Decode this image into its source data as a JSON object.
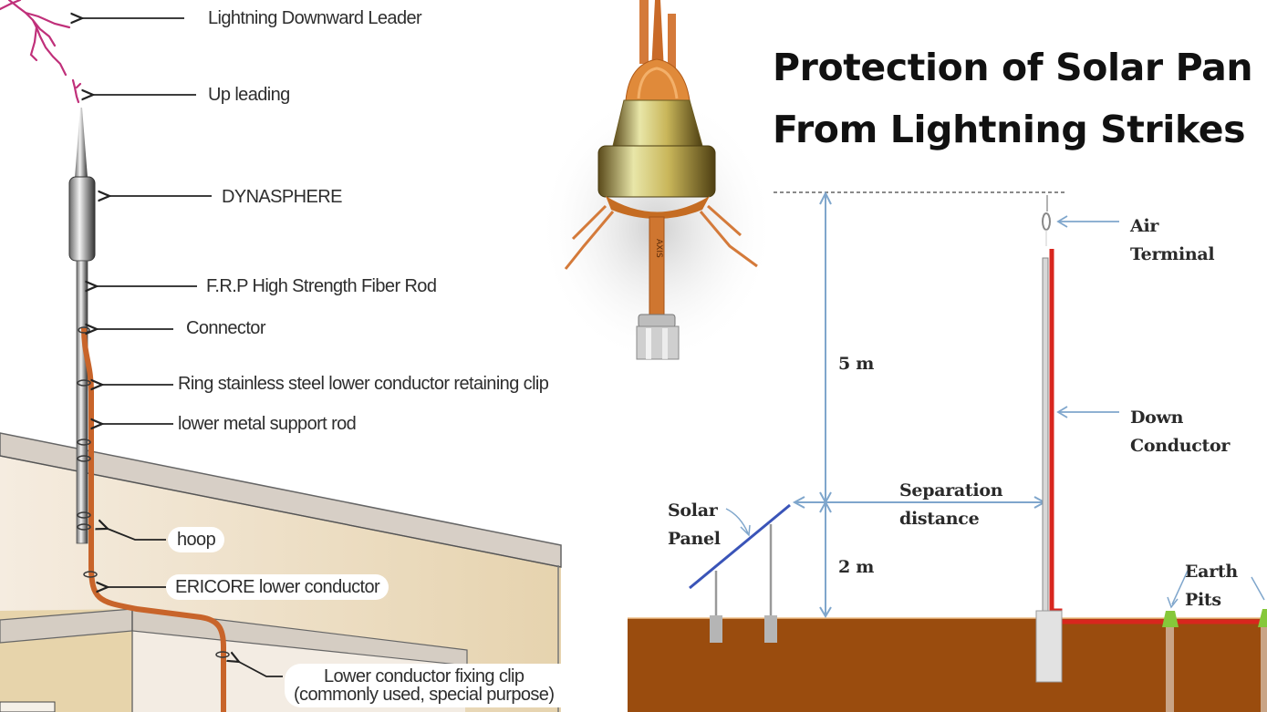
{
  "title": {
    "line1": "Protection of Solar Pan",
    "line2": "From Lightning Strikes"
  },
  "left_diagram": {
    "labels": [
      "Lightning Downward Leader",
      "Up leading",
      "DYNASPHERE",
      "F.R.P High Strength Fiber Rod",
      "Connector",
      "Ring stainless steel lower conductor retaining clip",
      "lower metal support rod",
      "hoop",
      "ERICORE lower conductor",
      "Lower conductor fixing clip",
      "(commonly used, special purpose)"
    ]
  },
  "product_image": {
    "stamp_text": "AXIS"
  },
  "right_diagram": {
    "air_terminal": [
      "Air",
      "Terminal"
    ],
    "down_conductor": [
      "Down",
      "Conductor"
    ],
    "height_upper": "5 m",
    "height_lower": "2 m",
    "separation": [
      "Separation",
      "distance"
    ],
    "solar_panel": [
      "Solar",
      "Panel"
    ],
    "earth_pits": [
      "Earth",
      "Pits"
    ]
  },
  "colors": {
    "lightning": "#c0307a",
    "copper": "#c8642a",
    "wall": "#e9d9b8",
    "soil": "#9a4c0e",
    "down_conductor": "#d8261e",
    "dimension_arrow": "#7fa6cc",
    "panel": "#3a54b8",
    "pit_cap": "#86c83a"
  }
}
